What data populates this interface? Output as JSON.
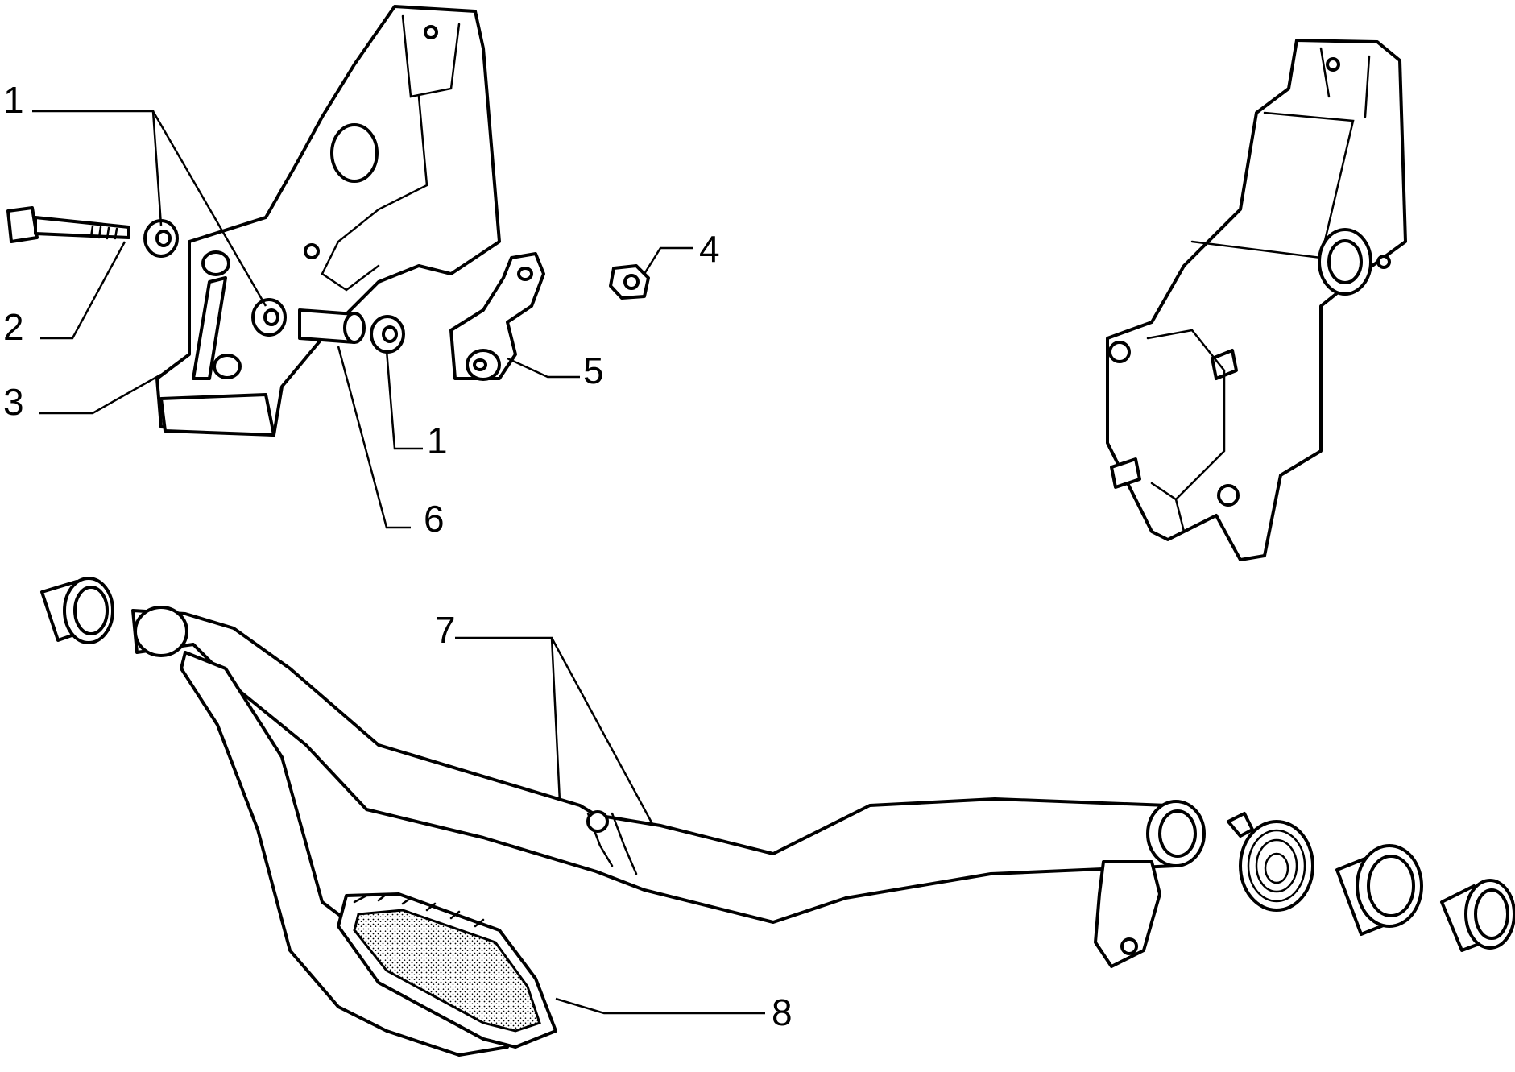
{
  "callouts": [
    {
      "id": "c1a",
      "label": "1"
    },
    {
      "id": "c2",
      "label": "2"
    },
    {
      "id": "c3",
      "label": "3"
    },
    {
      "id": "c4",
      "label": "4"
    },
    {
      "id": "c5",
      "label": "5"
    },
    {
      "id": "c1b",
      "label": "1"
    },
    {
      "id": "c6",
      "label": "6"
    },
    {
      "id": "c7",
      "label": "7"
    },
    {
      "id": "c8",
      "label": "8"
    }
  ]
}
